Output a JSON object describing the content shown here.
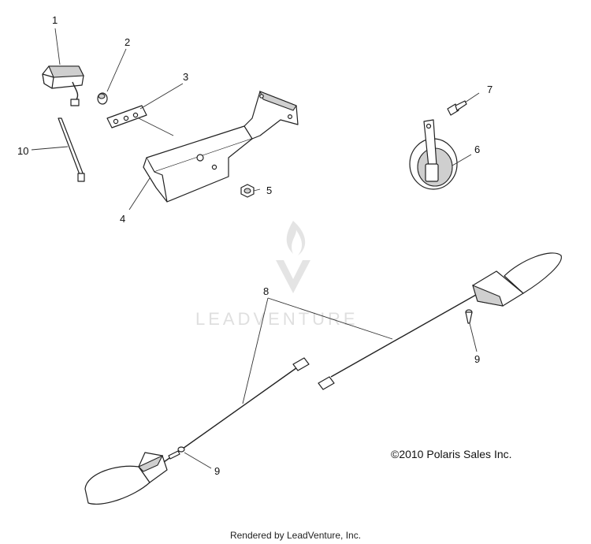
{
  "watermark": {
    "brand": "LEADVENTURE"
  },
  "copyright": "©2010 Polaris Sales Inc.",
  "footer": "Rendered by LeadVenture, Inc.",
  "callouts": {
    "c1": "1",
    "c2": "2",
    "c3": "3",
    "c4": "4",
    "c5": "5",
    "c6": "6",
    "c7": "7",
    "c8": "8",
    "c9a": "9",
    "c9b": "9",
    "c10": "10"
  }
}
